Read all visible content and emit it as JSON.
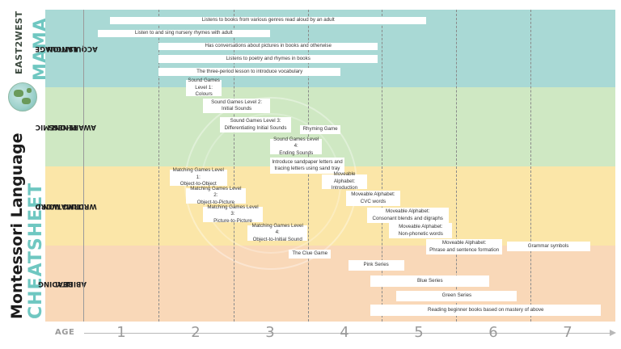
{
  "logo": {
    "line1": "EAST2WEST",
    "line2": "MAMA",
    "icon": "globe-icon"
  },
  "title": {
    "line1": "Montessori Language",
    "line2": "CHEATSHEET"
  },
  "bands": [
    {
      "label_line1": "LANGUAGE",
      "label_line2": "ACQUISITION",
      "color": "#a9d9d5"
    },
    {
      "label_line1": "PHONEMIC",
      "label_line2": "AWARENESS",
      "color": "#cfe8c3"
    },
    {
      "label_line1": "WORD",
      "label_line2": "FORMATION /",
      "label_line3": "WRITING",
      "color": "#fbe6a8"
    },
    {
      "label_line1": "READING",
      "label_line2": "ABILITY",
      "color": "#f9d8b8"
    }
  ],
  "axis": {
    "label": "AGE",
    "ticks": [
      "1",
      "2",
      "3",
      "4",
      "5",
      "6",
      "7"
    ]
  },
  "activities": [
    {
      "text": "Listens to books from various genres read aloud by an adult",
      "start_age": 0.85,
      "end_age": 5.1
    },
    {
      "text": "Listen to and sing nursery rhymes with adult",
      "start_age": 0.68,
      "end_age": 3.0
    },
    {
      "text": "Has conversations about pictures in books and otherwise",
      "start_age": 1.5,
      "end_age": 4.45
    },
    {
      "text": "Listens to poetry and rhymes in books",
      "start_age": 1.5,
      "end_age": 4.45
    },
    {
      "text": "The three-period lesson to introduce vocabulary",
      "start_age": 1.5,
      "end_age": 3.95
    },
    {
      "text": "Sound Games\nLevel 1: Colours",
      "start_age": 1.87,
      "end_age": 2.35
    },
    {
      "text": "Sound Games Level 2:\nInitial Sounds",
      "start_age": 2.1,
      "end_age": 3.0
    },
    {
      "text": "Sound Games Level 3:\nDifferentiating Initial Sounds",
      "start_age": 2.33,
      "end_age": 3.28
    },
    {
      "text": "Rhyming Game",
      "start_age": 3.4,
      "end_age": 3.95
    },
    {
      "text": "Sound Games Level 4:\nEnding Sounds",
      "start_age": 3.0,
      "end_age": 3.7
    },
    {
      "text": "Introduce sandpaper letters and\ntracing letters using sand tray",
      "start_age": 3.0,
      "end_age": 4.0
    },
    {
      "text": "Matching Games Level 1:\nObject-to-Object",
      "start_age": 1.65,
      "end_age": 2.42
    },
    {
      "text": "Moveable Alphabet:\nIntroduction",
      "start_age": 3.7,
      "end_age": 4.3
    },
    {
      "text": "Matching Games Level 2:\nObject-to-Picture",
      "start_age": 1.87,
      "end_age": 2.67
    },
    {
      "text": "Moveable Alphabet:\nCVC words",
      "start_age": 4.02,
      "end_age": 4.75
    },
    {
      "text": "Matching Games Level 3:\nPicture-to-Picture",
      "start_age": 2.1,
      "end_age": 2.9
    },
    {
      "text": "Moveable Alphabet:\nConsonant blends and digraphs",
      "start_age": 4.3,
      "end_age": 5.4
    },
    {
      "text": "Matching Games Level 4:\nObject-to-Initial Sound",
      "start_age": 2.7,
      "end_age": 3.5
    },
    {
      "text": "Moveable Alphabet:\nNon-phonetic words",
      "start_age": 4.6,
      "end_age": 5.45
    },
    {
      "text": "Moveable Alphabet:\nPhrase and sentence formation",
      "start_age": 5.1,
      "end_age": 6.12
    },
    {
      "text": "Grammar symbols",
      "start_age": 6.18,
      "end_age": 7.3
    },
    {
      "text": "The Clue Game",
      "start_age": 3.25,
      "end_age": 3.82
    },
    {
      "text": "Pink Series",
      "start_age": 4.05,
      "end_age": 4.8
    },
    {
      "text": "Blue Series",
      "start_age": 4.35,
      "end_age": 5.95
    },
    {
      "text": "Green Series",
      "start_age": 4.7,
      "end_age": 6.32
    },
    {
      "text": "Reading beginner books based on mastery of above",
      "start_age": 4.35,
      "end_age": 7.45
    }
  ]
}
